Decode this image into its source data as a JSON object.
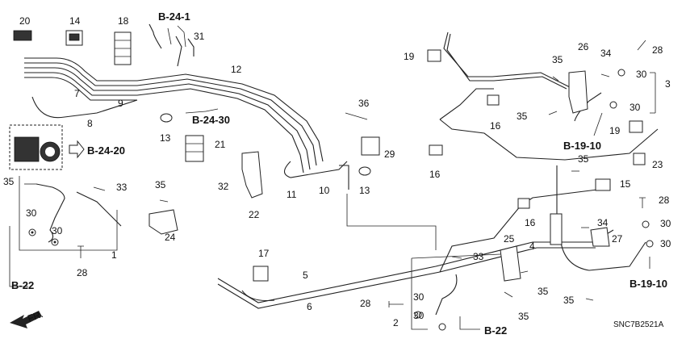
{
  "diagram": {
    "code": "SNC7B2521A",
    "front_label": "FR.",
    "callouts": [
      "20",
      "14",
      "18",
      "31",
      "7",
      "8",
      "9",
      "13",
      "12",
      "36",
      "29",
      "11",
      "10",
      "16",
      "21",
      "32",
      "22",
      "35",
      "33",
      "24",
      "1",
      "28",
      "30",
      "26",
      "34",
      "3",
      "19",
      "23",
      "15",
      "27",
      "4",
      "25",
      "17",
      "5",
      "6",
      "2"
    ],
    "refs": {
      "b24_1": "B-24-1",
      "b24_30": "B-24-30",
      "b24_20": "B-24-20",
      "b22_left": "B-22",
      "b22_bottom": "B-22",
      "b19_10_top": "B-19-10",
      "b19_10_bottom": "B-19-10"
    }
  }
}
